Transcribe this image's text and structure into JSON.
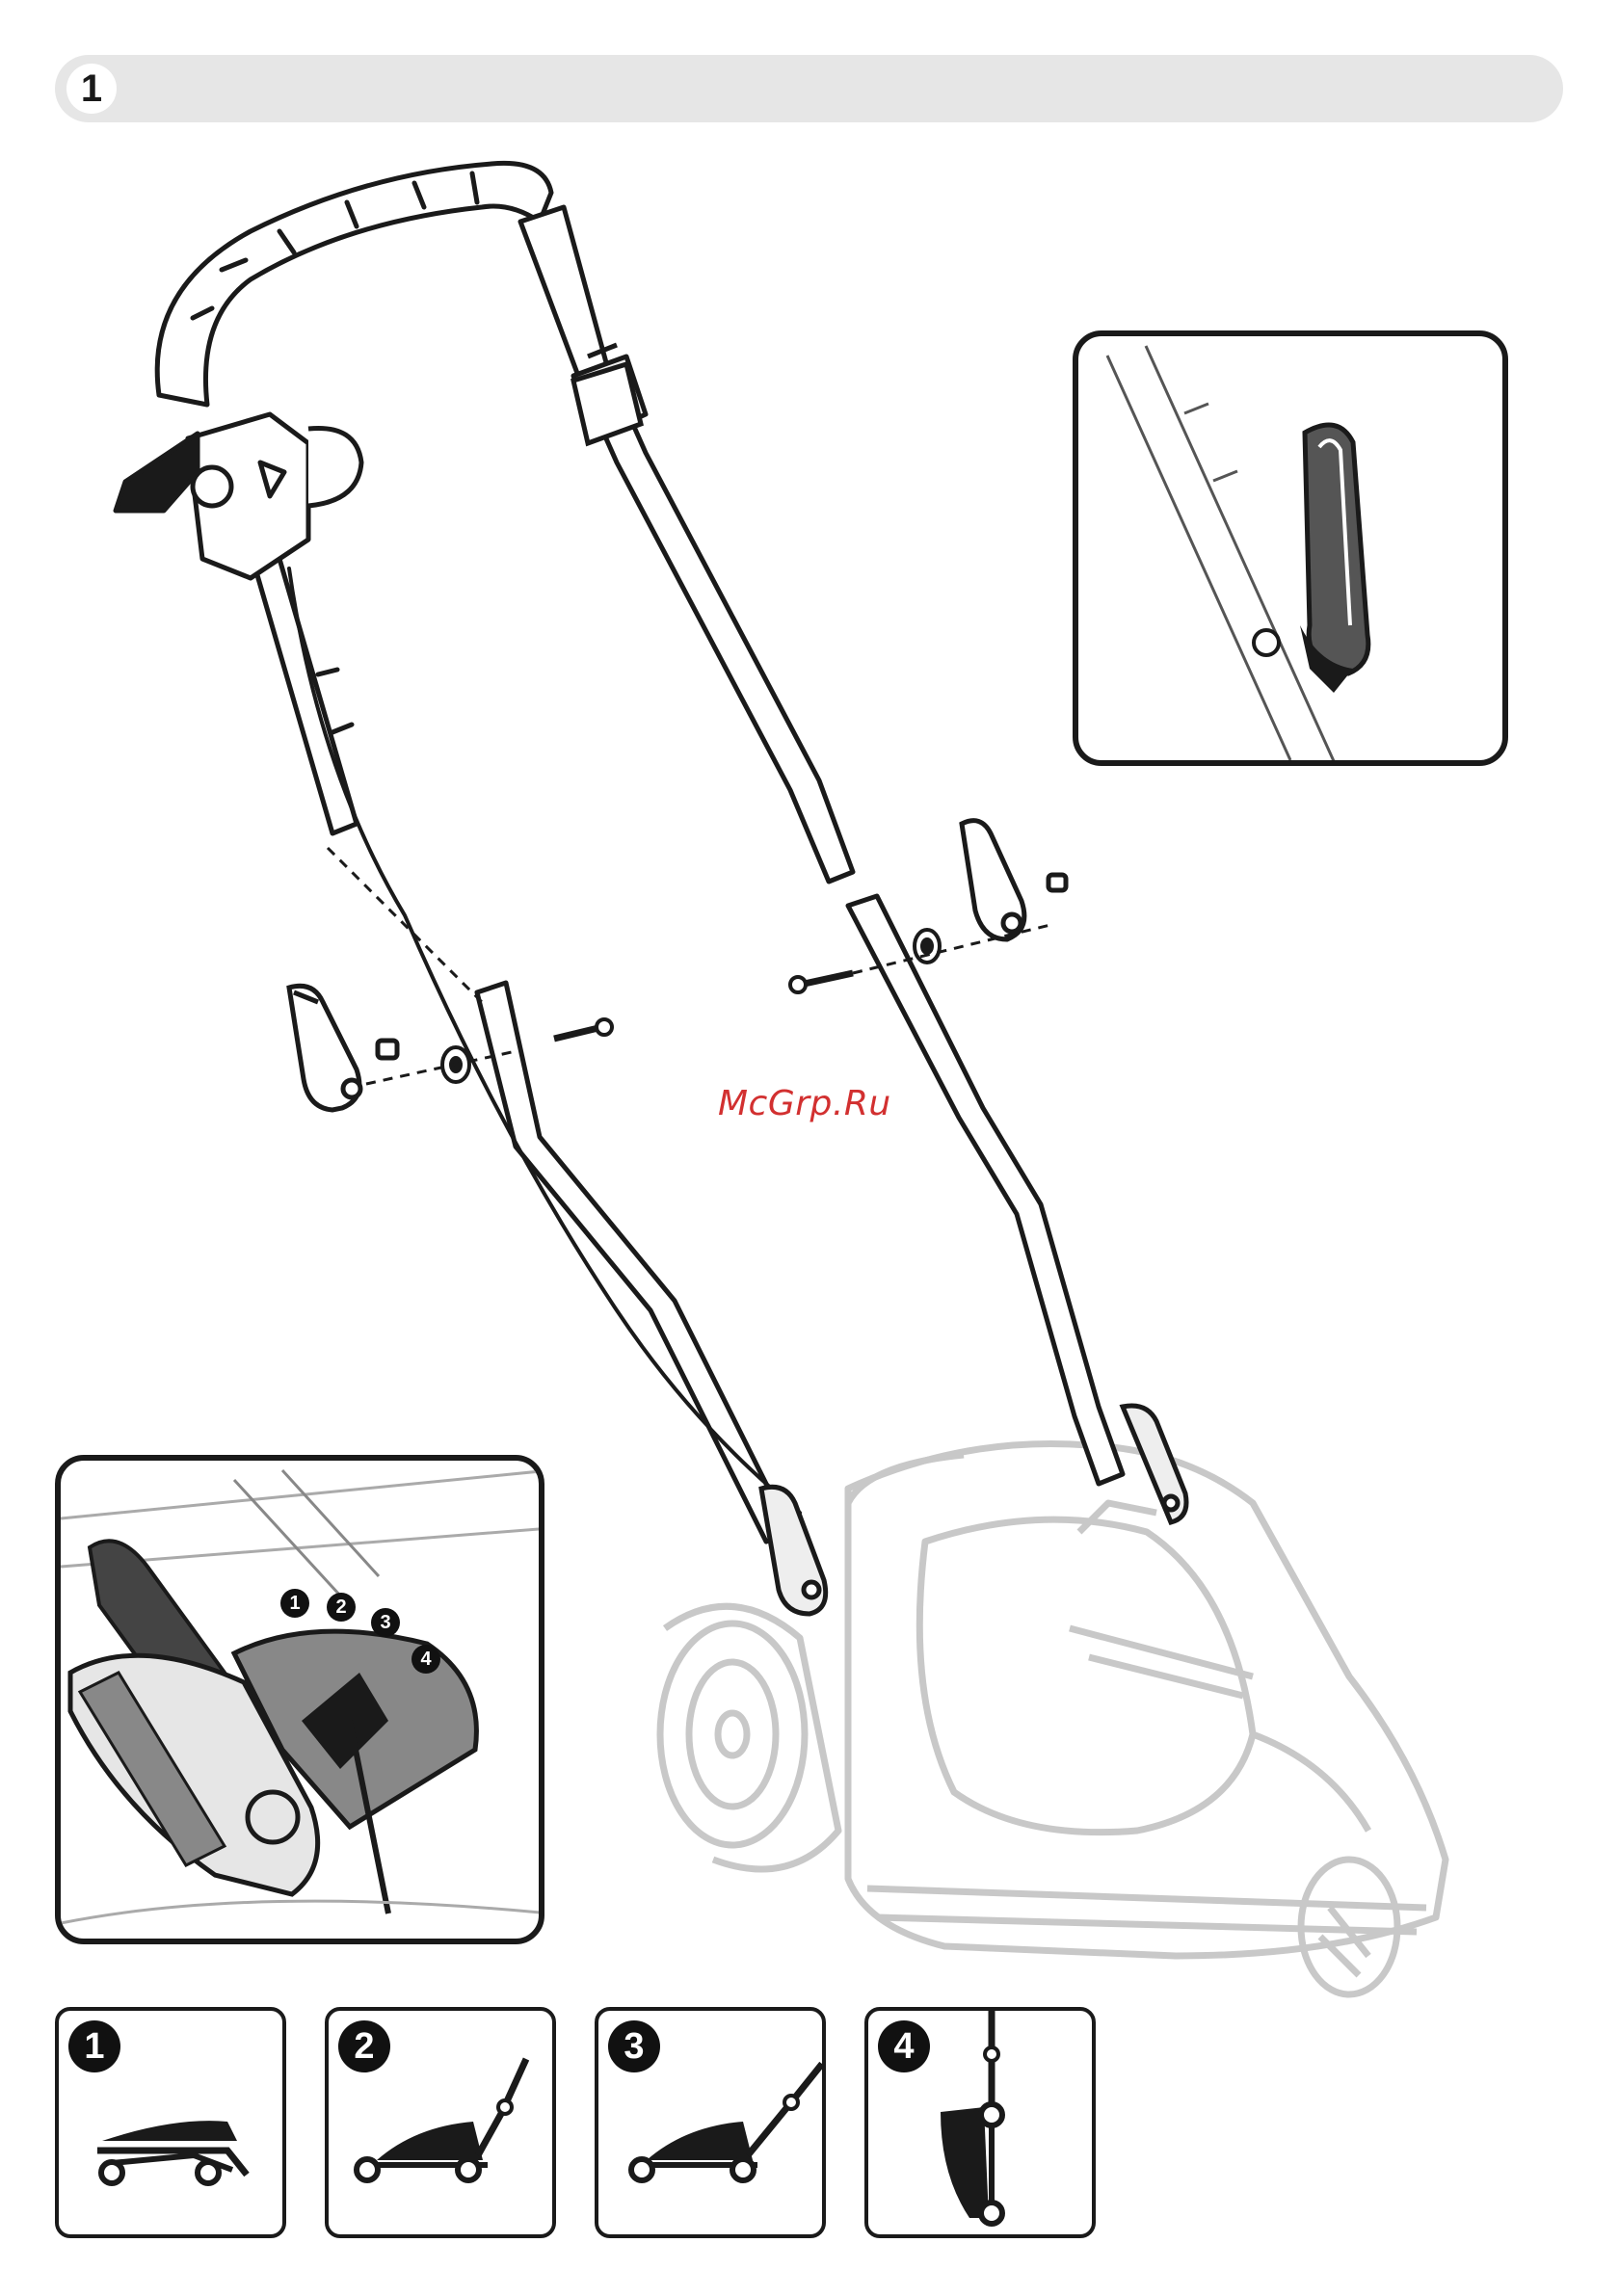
{
  "header": {
    "step_number": "1"
  },
  "watermark": "McGrp.Ru",
  "height_detail": {
    "labels": [
      "1",
      "2",
      "3",
      "4"
    ]
  },
  "positions": [
    {
      "number": "1",
      "icon": "mower-handle-folded-icon"
    },
    {
      "number": "2",
      "icon": "mower-handle-low-icon"
    },
    {
      "number": "3",
      "icon": "mower-handle-high-icon"
    },
    {
      "number": "4",
      "icon": "mower-upright-storage-icon"
    }
  ],
  "colors": {
    "line": "#1a1a1a",
    "faded": "#c8c8c8",
    "bar": "#e6e6e6",
    "watermark": "#d23030"
  }
}
